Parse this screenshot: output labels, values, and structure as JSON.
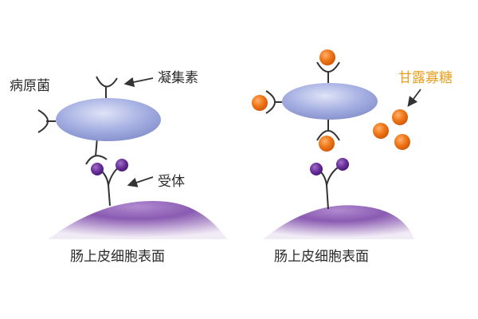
{
  "labels": {
    "pathogen": "病原菌",
    "lectin": "凝集素",
    "receptor": "受体",
    "surface_left": "肠上皮细胞表面",
    "surface_right": "肠上皮细胞表面",
    "mannose": "甘露寡糖"
  },
  "colors": {
    "pathogen_body": "#9aa6dc",
    "cell_surface": "#7a4aa0",
    "receptor_ball": "#6a2f9a",
    "mannose_ball": "#f07818",
    "mannose_label": "#e8a020",
    "line": "#333333"
  }
}
